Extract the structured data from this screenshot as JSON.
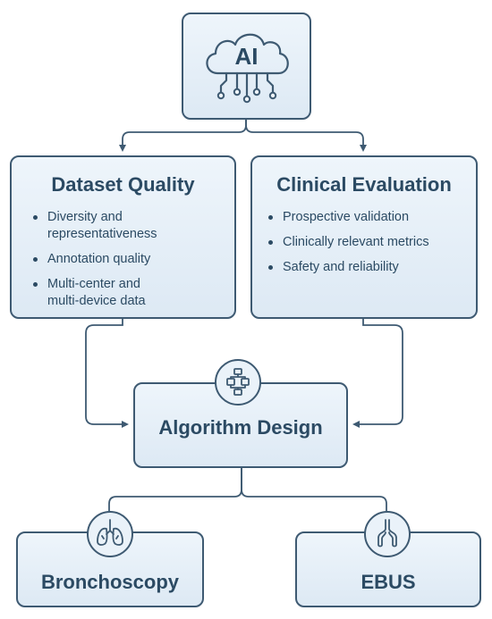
{
  "ai": {
    "label": "AI",
    "icon": "cloud-circuit-icon"
  },
  "dataset_quality": {
    "title": "Dataset Quality",
    "bullets": [
      {
        "line1": "Diversity and",
        "line2": "representativeness"
      },
      {
        "line1": "Annotation quality",
        "line2": ""
      },
      {
        "line1": "Multi-center and",
        "line2": "multi-device data"
      }
    ]
  },
  "clinical_evaluation": {
    "title": "Clinical Evaluation",
    "bullets": [
      "Prospective validation",
      "Clinically relevant metrics",
      "Safety and reliability"
    ]
  },
  "algorithm_design": {
    "title": "Algorithm Design",
    "icon": "flowchart-icon"
  },
  "bronchoscopy": {
    "title": "Bronchoscopy",
    "icon": "lungs-icon"
  },
  "ebus": {
    "title": "EBUS",
    "icon": "airway-icon"
  },
  "colors": {
    "border": "#3e5a72",
    "text": "#2b4a63",
    "fill_top": "#eef5fb",
    "fill_bottom": "#dde9f4"
  }
}
